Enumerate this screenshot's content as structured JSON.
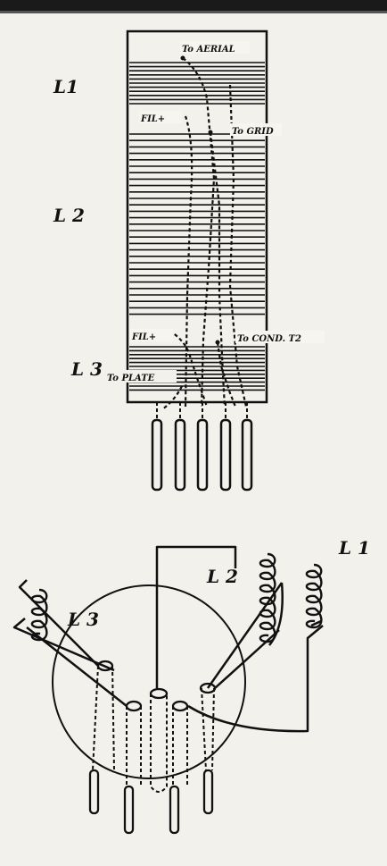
{
  "colors": {
    "ink": "#111111",
    "paper": "#f3f1ec"
  },
  "coil_form": {
    "labels": {
      "l1": "L1",
      "l2": "L 2",
      "l3": "L 3",
      "to_aerial": "To AERIAL",
      "fil_plus_top": "FIL+",
      "to_grid": "To GRID",
      "fil_plus_bottom": "FIL+",
      "to_cond": "To COND. T2",
      "to_plate": "To PLATE"
    }
  },
  "socket_view": {
    "labels": {
      "l1": "L 1",
      "l2": "L 2",
      "l3": "L 3"
    }
  }
}
